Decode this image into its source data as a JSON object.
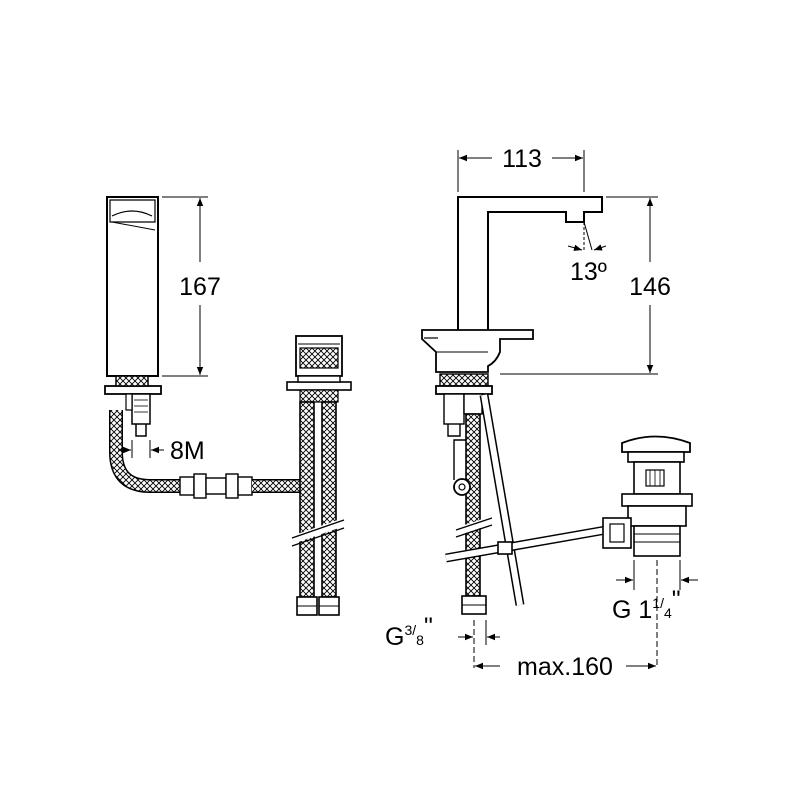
{
  "dimensions": {
    "body_height": "167",
    "thread": "8M",
    "spout_reach": "113",
    "spout_angle": "13º",
    "total_height": "146",
    "hose_connection_main": "G",
    "hose_connection_num": "3",
    "hose_connection_den": "8",
    "hose_connection_unit": "\"",
    "drain_connection_main": "G 1",
    "drain_connection_num": "1",
    "drain_connection_den": "4",
    "drain_connection_unit": "\"",
    "drain_distance": "max.160"
  }
}
